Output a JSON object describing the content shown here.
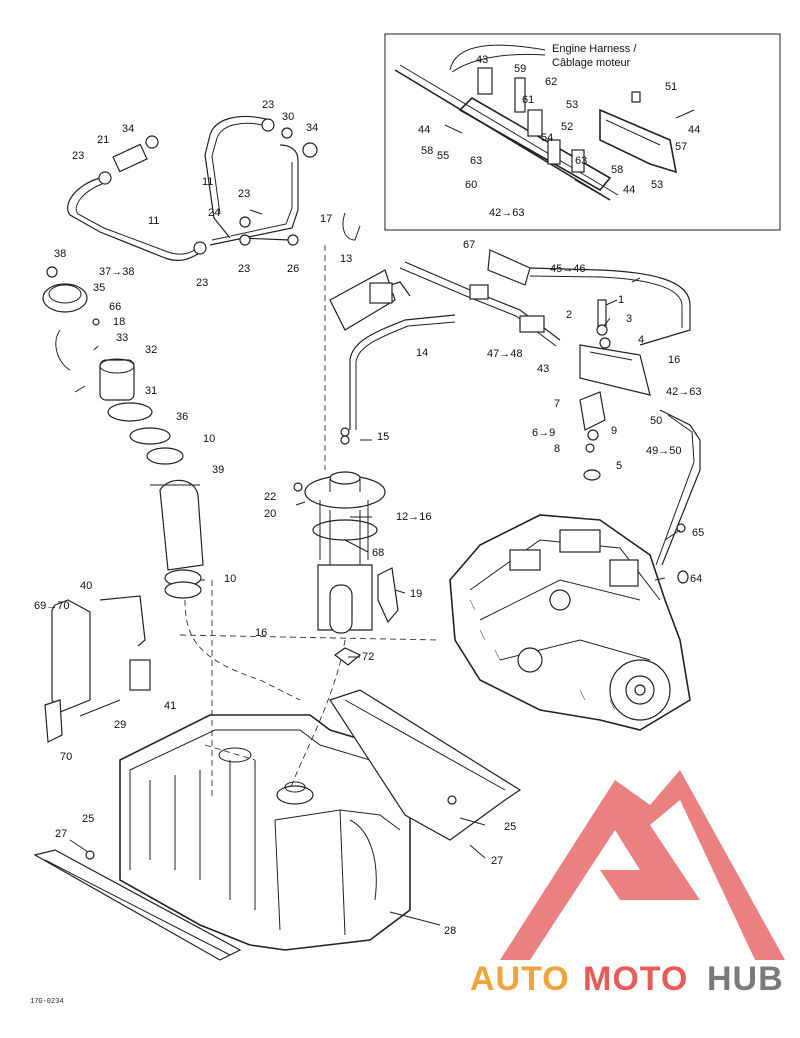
{
  "inset": {
    "title_line1": "Engine Harness /",
    "title_line2": "Câblage moteur"
  },
  "reference_code": "17G-0234",
  "watermark": {
    "word_part1": "AUTO",
    "word_part2": "MOTO",
    "word_part3": "HUB",
    "colors": {
      "triangle": "#e86a6a",
      "auto": "#f3a33a",
      "moto": "#e85b5b",
      "hub": "#7a7a7a"
    }
  },
  "labels": [
    "43",
    "59",
    "62",
    "61",
    "53",
    "44",
    "52",
    "54",
    "58",
    "55",
    "63",
    "60",
    "42→63",
    "51",
    "44",
    "57",
    "53",
    "63",
    "58",
    "44",
    "34",
    "21",
    "23",
    "23",
    "30",
    "34",
    "11",
    "23",
    "24",
    "11",
    "23",
    "23",
    "26",
    "17",
    "13",
    "38",
    "37→38",
    "35",
    "66",
    "18",
    "33",
    "32",
    "31",
    "36",
    "10",
    "39",
    "40",
    "69→70",
    "29",
    "41",
    "70",
    "14",
    "15",
    "22",
    "20",
    "12→16",
    "68",
    "19",
    "16",
    "72",
    "67",
    "45→46",
    "47→48",
    "43",
    "1",
    "2",
    "3",
    "4",
    "16",
    "42→63",
    "7",
    "6→9",
    "8",
    "9",
    "5",
    "50",
    "49→50",
    "65",
    "64",
    "10",
    "27",
    "25",
    "25",
    "27",
    "28"
  ]
}
